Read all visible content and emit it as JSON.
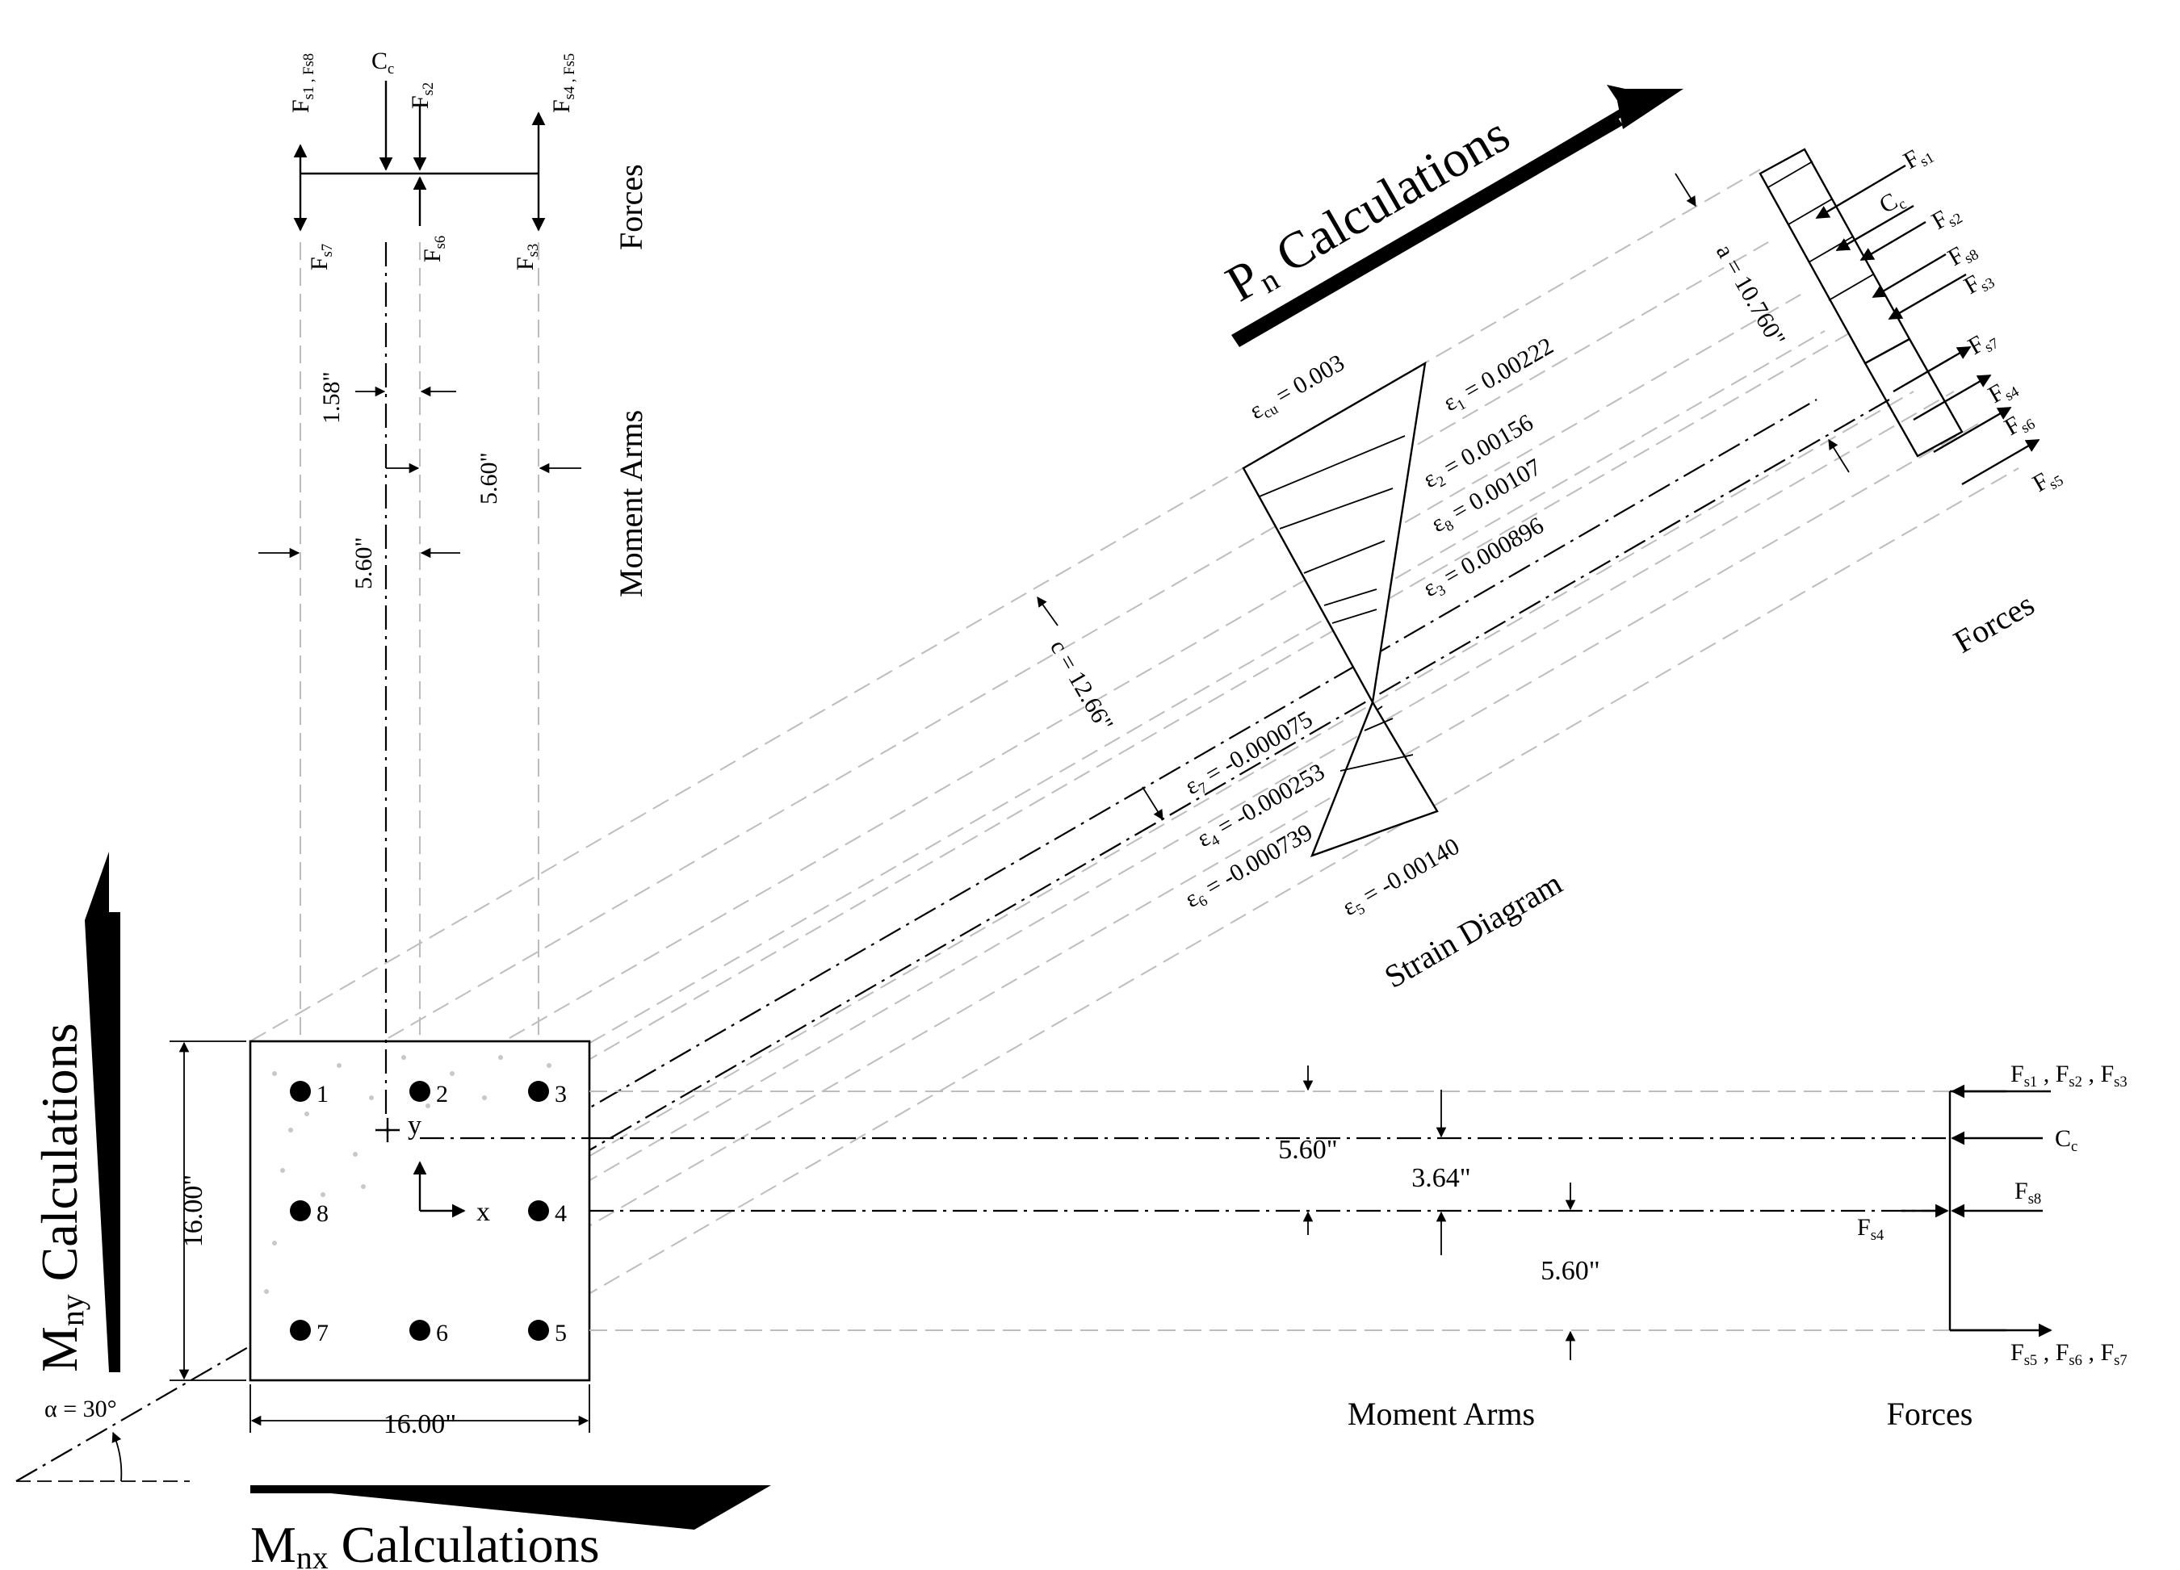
{
  "titles": {
    "pn_main": "P",
    "pn_sub": "n",
    "pn_rest": " Calculations",
    "mnx_main": "M",
    "mnx_sub": "nx",
    "mnx_rest": " Calculations",
    "mny_main": "M",
    "mny_sub": "ny",
    "mny_rest": " Calculations"
  },
  "section": {
    "width_label": "16.00\"",
    "height_label": "16.00\"",
    "angle_label": "α = 30°",
    "bars": [
      "1",
      "2",
      "3",
      "4",
      "5",
      "6",
      "7",
      "8"
    ],
    "axis_x": "x",
    "axis_y": "y"
  },
  "top": {
    "forces_label": "Forces",
    "moment_arms_label": "Moment Arms",
    "arm_158": "1.58\"",
    "arm_560_a": "5.60\"",
    "arm_560_b": "5.60\"",
    "f_s1_s8": "F",
    "f_s1_s8_sub": "s1 , F",
    "f_s1_s8_sub2": "s8",
    "cc_main": "C",
    "cc_sub": "c",
    "fs2_main": "F",
    "fs2_sub": "s2",
    "fs4_s5_main": "F",
    "fs4_s5_sub": "s4 , F",
    "fs4_s5_sub2": "s5",
    "fs7_main": "F",
    "fs7_sub": "s7",
    "fs6_main": "F",
    "fs6_sub": "s6",
    "fs3_main": "F",
    "fs3_sub": "s3"
  },
  "right": {
    "moment_arms_label": "Moment Arms",
    "forces_label": "Forces",
    "arm_560_a": "5.60\"",
    "arm_364": "3.64\"",
    "arm_560_b": "5.60\"",
    "f123_main": "F",
    "f123_s1": "s1",
    "f123_s2": "s2",
    "f123_s3": "s3",
    "cc_main": "C",
    "cc_sub": "c",
    "fs8_main": "F",
    "fs8_sub": "s8",
    "fs4_main": "F",
    "fs4_sub": "s4",
    "f567_main": "F",
    "f567_s5": "s5",
    "f567_s6": "s6",
    "f567_s7": "s7"
  },
  "strain": {
    "title": "Strain Diagram",
    "ecu": "ε",
    "ecu_sub": "cu",
    "ecu_val": " = 0.003",
    "e1": "ε",
    "e1_sub": "1",
    "e1_val": " = 0.00222",
    "e2": "ε",
    "e2_sub": "2",
    "e2_val": " = 0.00156",
    "e8": "ε",
    "e8_sub": "8",
    "e8_val": " = 0.00107",
    "e3": "ε",
    "e3_sub": "3",
    "e3_val": " = 0.000896",
    "e7": "ε",
    "e7_sub": "7",
    "e7_val": " = -0.000075",
    "e4": "ε",
    "e4_sub": "4",
    "e4_val": " = -0.000253",
    "e6": "ε",
    "e6_sub": "6",
    "e6_val": " = -0.000739",
    "e5": "ε",
    "e5_sub": "5",
    "e5_val": " = -0.00140",
    "c_label": "c = 12.66\"",
    "a_label": "a = 10.760\""
  },
  "pn_forces": {
    "label": "Forces",
    "items": [
      {
        "m": "F",
        "s": "s1"
      },
      {
        "m": "C",
        "s": "c"
      },
      {
        "m": "F",
        "s": "s2"
      },
      {
        "m": "F",
        "s": "s8"
      },
      {
        "m": "F",
        "s": "s3"
      },
      {
        "m": "F",
        "s": "s7"
      },
      {
        "m": "F",
        "s": "s4"
      },
      {
        "m": "F",
        "s": "s6"
      },
      {
        "m": "F",
        "s": "s5"
      }
    ]
  }
}
